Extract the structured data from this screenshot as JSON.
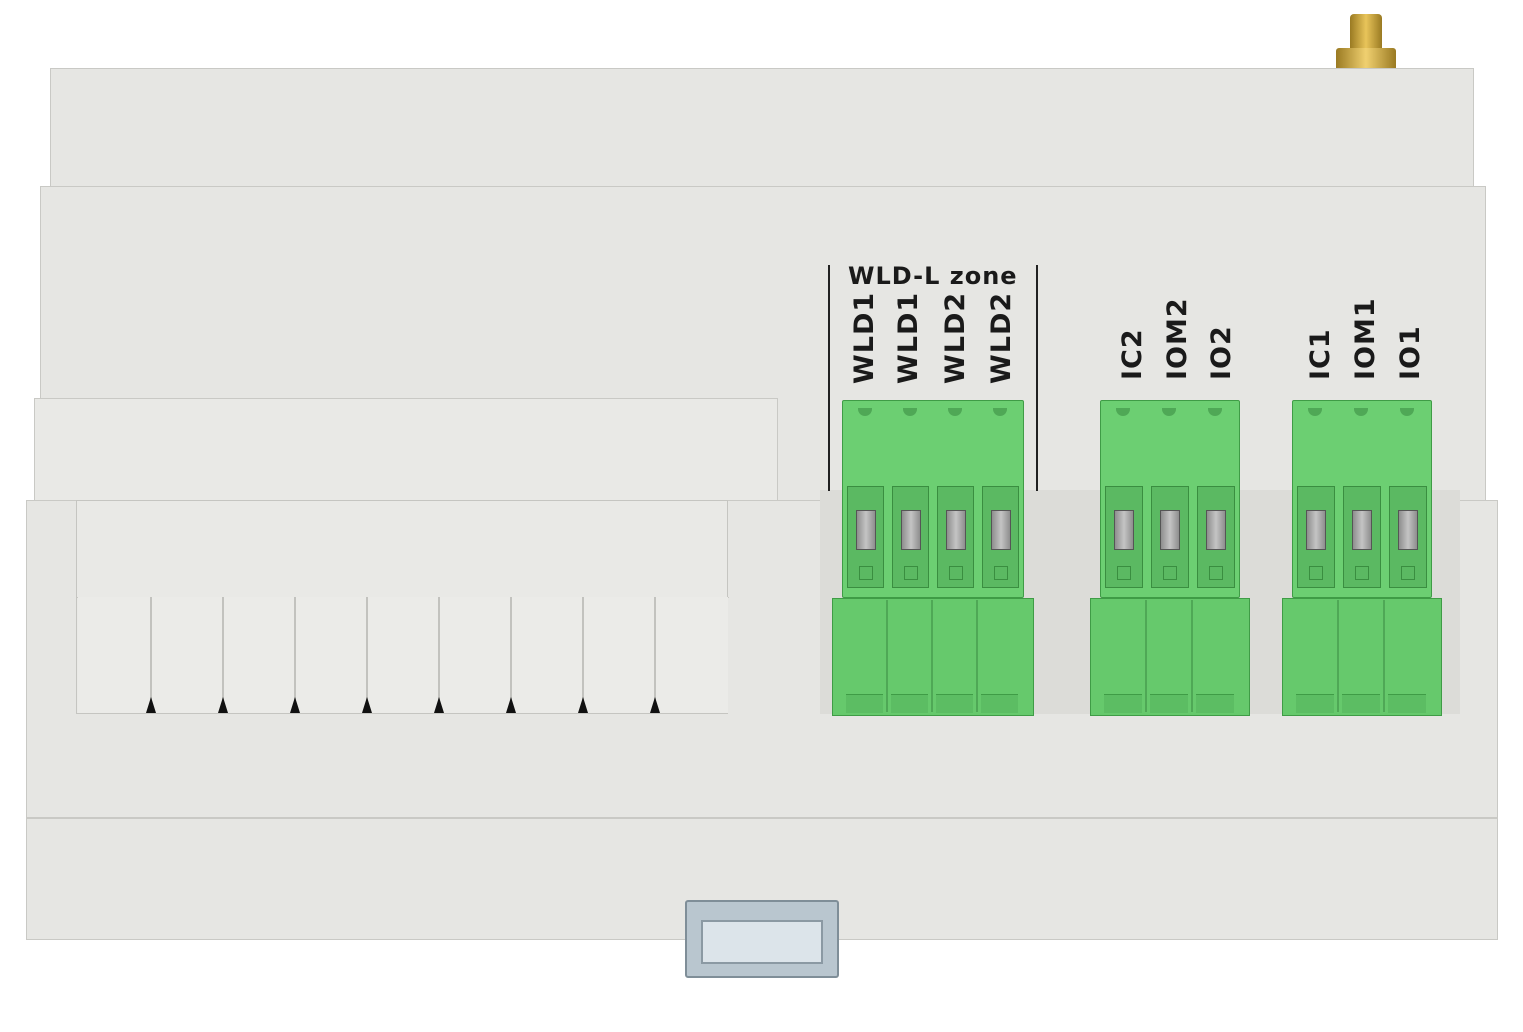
{
  "device": {
    "zone_title": "WLD-L zone",
    "zone_terminals": [
      "WLD1",
      "WLD1",
      "WLD2",
      "WLD2"
    ],
    "group_2_terminals": [
      "IC2",
      "IOM2",
      "IO2"
    ],
    "group_1_terminals": [
      "IC1",
      "IOM1",
      "IO1"
    ]
  },
  "colors": {
    "housing": "#e6e6e3",
    "terminal_green": "#6ccf72",
    "antenna_gold": "#c9a43a",
    "din_clip": "#b9c6cf"
  }
}
